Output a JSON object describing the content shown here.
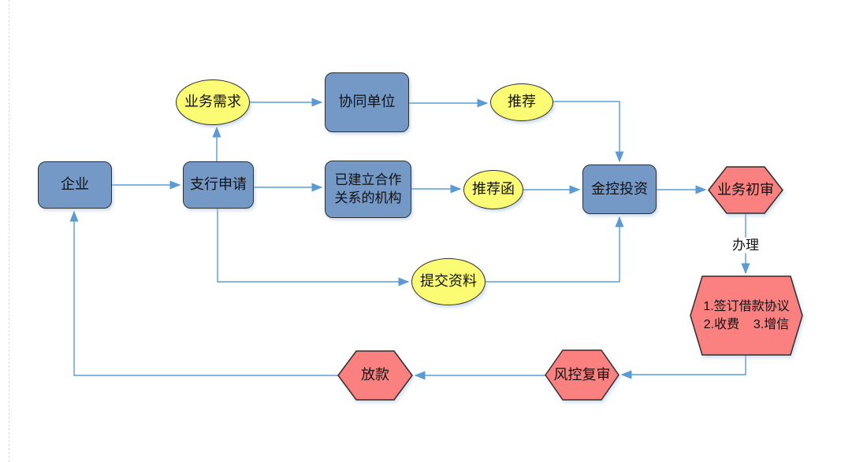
{
  "diagram": {
    "nodes": {
      "qiye": {
        "label": "企业",
        "shape": "rounded-rect"
      },
      "zhihang": {
        "label": "支行申请",
        "shape": "rounded-rect"
      },
      "yewuxuqiu": {
        "label": "业务需求",
        "shape": "ellipse"
      },
      "xietong": {
        "label": "协同单位",
        "shape": "rounded-rect"
      },
      "jianli": {
        "label": "已建立合作\n关系的机构",
        "shape": "rounded-rect"
      },
      "tuijian": {
        "label": "推荐",
        "shape": "ellipse"
      },
      "tuijianhan": {
        "label": "推荐函",
        "shape": "ellipse"
      },
      "jinkong": {
        "label": "金控投资",
        "shape": "rounded-rect"
      },
      "chushen": {
        "label": "业务初审",
        "shape": "hexagon"
      },
      "banliitems": {
        "label": "1.签订借款协议\n2.收费    3.增信",
        "shape": "hexagon"
      },
      "fengkong": {
        "label": "风控复审",
        "shape": "hexagon"
      },
      "fangkuan": {
        "label": "放款",
        "shape": "hexagon"
      },
      "tijiao": {
        "label": "提交资料",
        "shape": "ellipse"
      }
    },
    "edges": [
      {
        "from": "企业",
        "to": "支行申请"
      },
      {
        "from": "支行申请",
        "to": "业务需求"
      },
      {
        "from": "业务需求",
        "to": "协同单位"
      },
      {
        "from": "协同单位",
        "to": "推荐"
      },
      {
        "from": "推荐",
        "to": "金控投资"
      },
      {
        "from": "支行申请",
        "to": "已建立合作关系的机构"
      },
      {
        "from": "已建立合作关系的机构",
        "to": "推荐函"
      },
      {
        "from": "推荐函",
        "to": "金控投资"
      },
      {
        "from": "金控投资",
        "to": "业务初审"
      },
      {
        "from": "支行申请",
        "to": "提交资料"
      },
      {
        "from": "提交资料",
        "to": "金控投资"
      },
      {
        "from": "业务初审",
        "to": "1.签订借款协议 2.收费 3.增信",
        "label": "办理"
      },
      {
        "from": "1.签订借款协议 2.收费 3.增信",
        "to": "风控复审"
      },
      {
        "from": "风控复审",
        "to": "放款"
      },
      {
        "from": "放款",
        "to": "企业"
      }
    ],
    "colors": {
      "process_fill": "#7499C7",
      "ellipse_fill": "#FCFC74",
      "hexagon_fill": "#FB8181",
      "shape_border": "#2f2f2f",
      "connector": "#5B9BD5",
      "text": "#111111",
      "margin_line": "#D9D9D9"
    }
  }
}
